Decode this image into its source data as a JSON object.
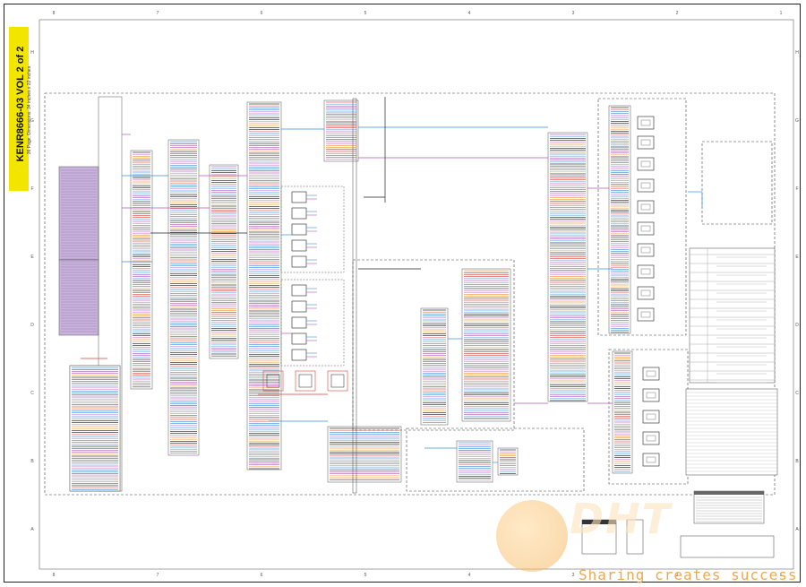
{
  "document": {
    "label_title": "KENR8666-03 VOL 2 of 2",
    "label_subtitle": "36 Page, Dimensions: 34 inches x 22 inches"
  },
  "border": {
    "column_numbers": [
      "8",
      "7",
      "6",
      "5",
      "4",
      "3",
      "2",
      "1"
    ],
    "row_letters": [
      "H",
      "G",
      "F",
      "E",
      "D",
      "C",
      "B",
      "A"
    ]
  },
  "diagram": {
    "wire_colors": {
      "purple": "#b35bb8",
      "blue": "#3a8fd6",
      "red": "#d8453a",
      "orange": "#e8952f",
      "black": "#222222",
      "lavender_fill": "#c9b3dd"
    }
  },
  "watermark": {
    "brand": "DHT",
    "slogan": "Sharing creates success"
  }
}
